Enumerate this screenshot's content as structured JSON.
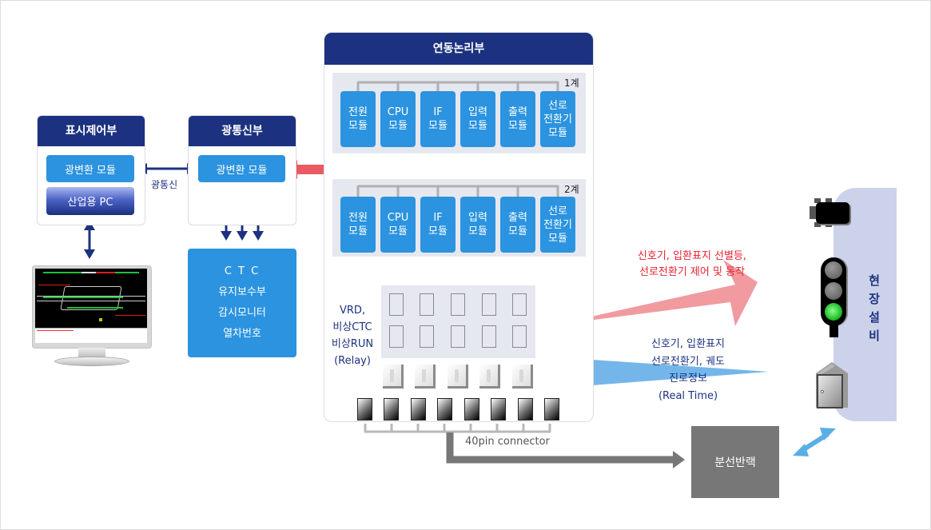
{
  "display_control": {
    "title": "표시제어부",
    "optical_module": "광변환 모듈",
    "industrial_pc": "산업용  PC"
  },
  "optical_comm_label": "광통신",
  "optical_comm_unit": {
    "title": "광통신부",
    "optical_module": "광변환 모듈"
  },
  "ctc_box": {
    "lines": [
      "C T C",
      "유지보수부",
      "감시모니터",
      "열차번호"
    ]
  },
  "interlocking": {
    "title": "연동논리부",
    "system1_label": "1계",
    "system2_label": "2계",
    "modules": [
      {
        "label": "전원\n모듈"
      },
      {
        "label": "CPU\n모듈"
      },
      {
        "label": "IF\n모듈"
      },
      {
        "label": "입력\n모듈"
      },
      {
        "label": "출력\n모듈"
      },
      {
        "label": "선로\n전환기\n모듈"
      }
    ],
    "relay_label_lines": [
      "VRD,",
      "비상CTC",
      "비상RUN",
      "(Relay)"
    ]
  },
  "connector_label": "40pin connector",
  "distribution_rack": "분선반랙",
  "control_arrow_lines": [
    "신호기, 입환표지 선별등,",
    "선로전환기 제어 및 동작"
  ],
  "feedback_arrow_lines": [
    "신호기, 입환표지",
    "선로전환기, 궤도",
    "진로정보",
    "(Real Time)"
  ],
  "field_equipment": {
    "label_chars": [
      "현",
      "장",
      "설",
      "비"
    ]
  },
  "colors": {
    "navy": "#1c3280",
    "module_blue": "#2b93df",
    "arrow_red": "#ea4b55",
    "arrow_light_blue": "#5aaee6",
    "control_text_red": "#e5212f",
    "rack_gray": "#777777",
    "field_bg": "#ccd2ea"
  }
}
